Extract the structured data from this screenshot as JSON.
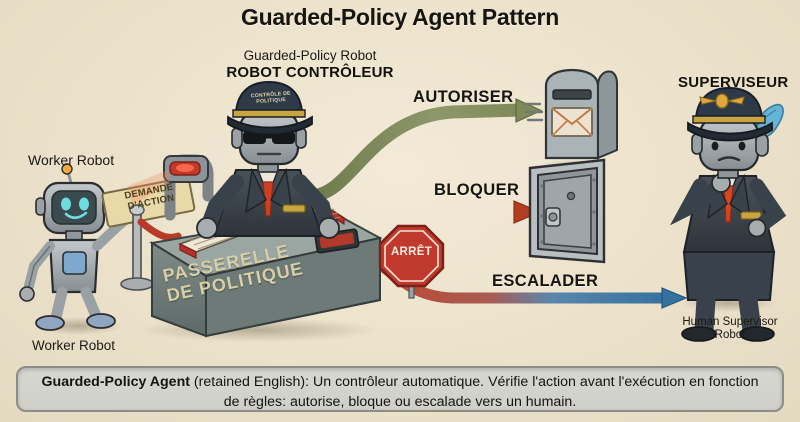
{
  "title": "Guarded-Policy Agent Pattern",
  "center_node": {
    "subtitle_en": "Guarded-Policy Robot",
    "subtitle_fr": "ROBOT CONTRÔLEUR",
    "cap_badge": "CONTRÔLE DE POLITIQUE",
    "desk_line1": "PASSERELLE",
    "desk_line2": "DE POLITIQUE"
  },
  "left_node": {
    "label_top": "Worker Robot",
    "label_bottom": "Worker Robot",
    "sign_line1": "DEMANDE",
    "sign_line2": "D'ACTION"
  },
  "right_node": {
    "label_top": "SUPERVISEUR",
    "label_bottom": "Human Supervisor\nRobot",
    "label_bottom_line1": "Human Supervisor",
    "label_bottom_line2": "Robot"
  },
  "arrows": [
    {
      "label": "AUTORISER",
      "color": "#7f8a5a",
      "target": "mailbox"
    },
    {
      "label": "BLOQUER",
      "color": "#c0482c",
      "target": "closed-door"
    },
    {
      "label": "ESCALADER",
      "color": "#3f7fb5",
      "target": "human-supervisor"
    }
  ],
  "stop_sign": "ARRÊT",
  "caption": {
    "bold": "Guarded-Policy Agent",
    "rest": " (retained English): Un contrôleur automatique. Vérifie l'action avant l'exécution en fonction de règles: autorise, bloque ou escalade vers un humain."
  },
  "colors": {
    "background": "#ece2cb",
    "authorize_arrow": "#7f8a5a",
    "block_arrow": "#c0482c",
    "escalate_arrow": "#3f7fb5",
    "stop_sign_red": "#c0392b",
    "robot_body": "#9aa0a3",
    "suit_dark": "#3a4248",
    "tie_red": "#cf3f22",
    "caption_bg": "#d4d4ce"
  }
}
